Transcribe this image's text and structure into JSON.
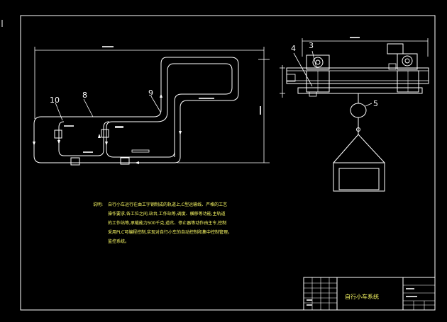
{
  "drawing": {
    "callouts": {
      "c3": "3",
      "c4": "4",
      "c5": "5",
      "c8": "8",
      "c9": "9",
      "c10": "10"
    },
    "notes": {
      "label": "说明:",
      "lines": [
        "自行小车运行在由工字钢制成的轨道上,C型运输线、严格的工艺",
        "操作要求,各工位之间,站台,工作站等,调度、横移等功能,主轨道",
        "的工作站等,承载能力500千克,道岔、停止器等动作由主令,控制",
        "采用PLC可编程控制,实现对自行小车的自动控制和集中控制管理。",
        "监控系统。"
      ]
    },
    "title_block": {
      "title": "自行小车系统"
    }
  }
}
